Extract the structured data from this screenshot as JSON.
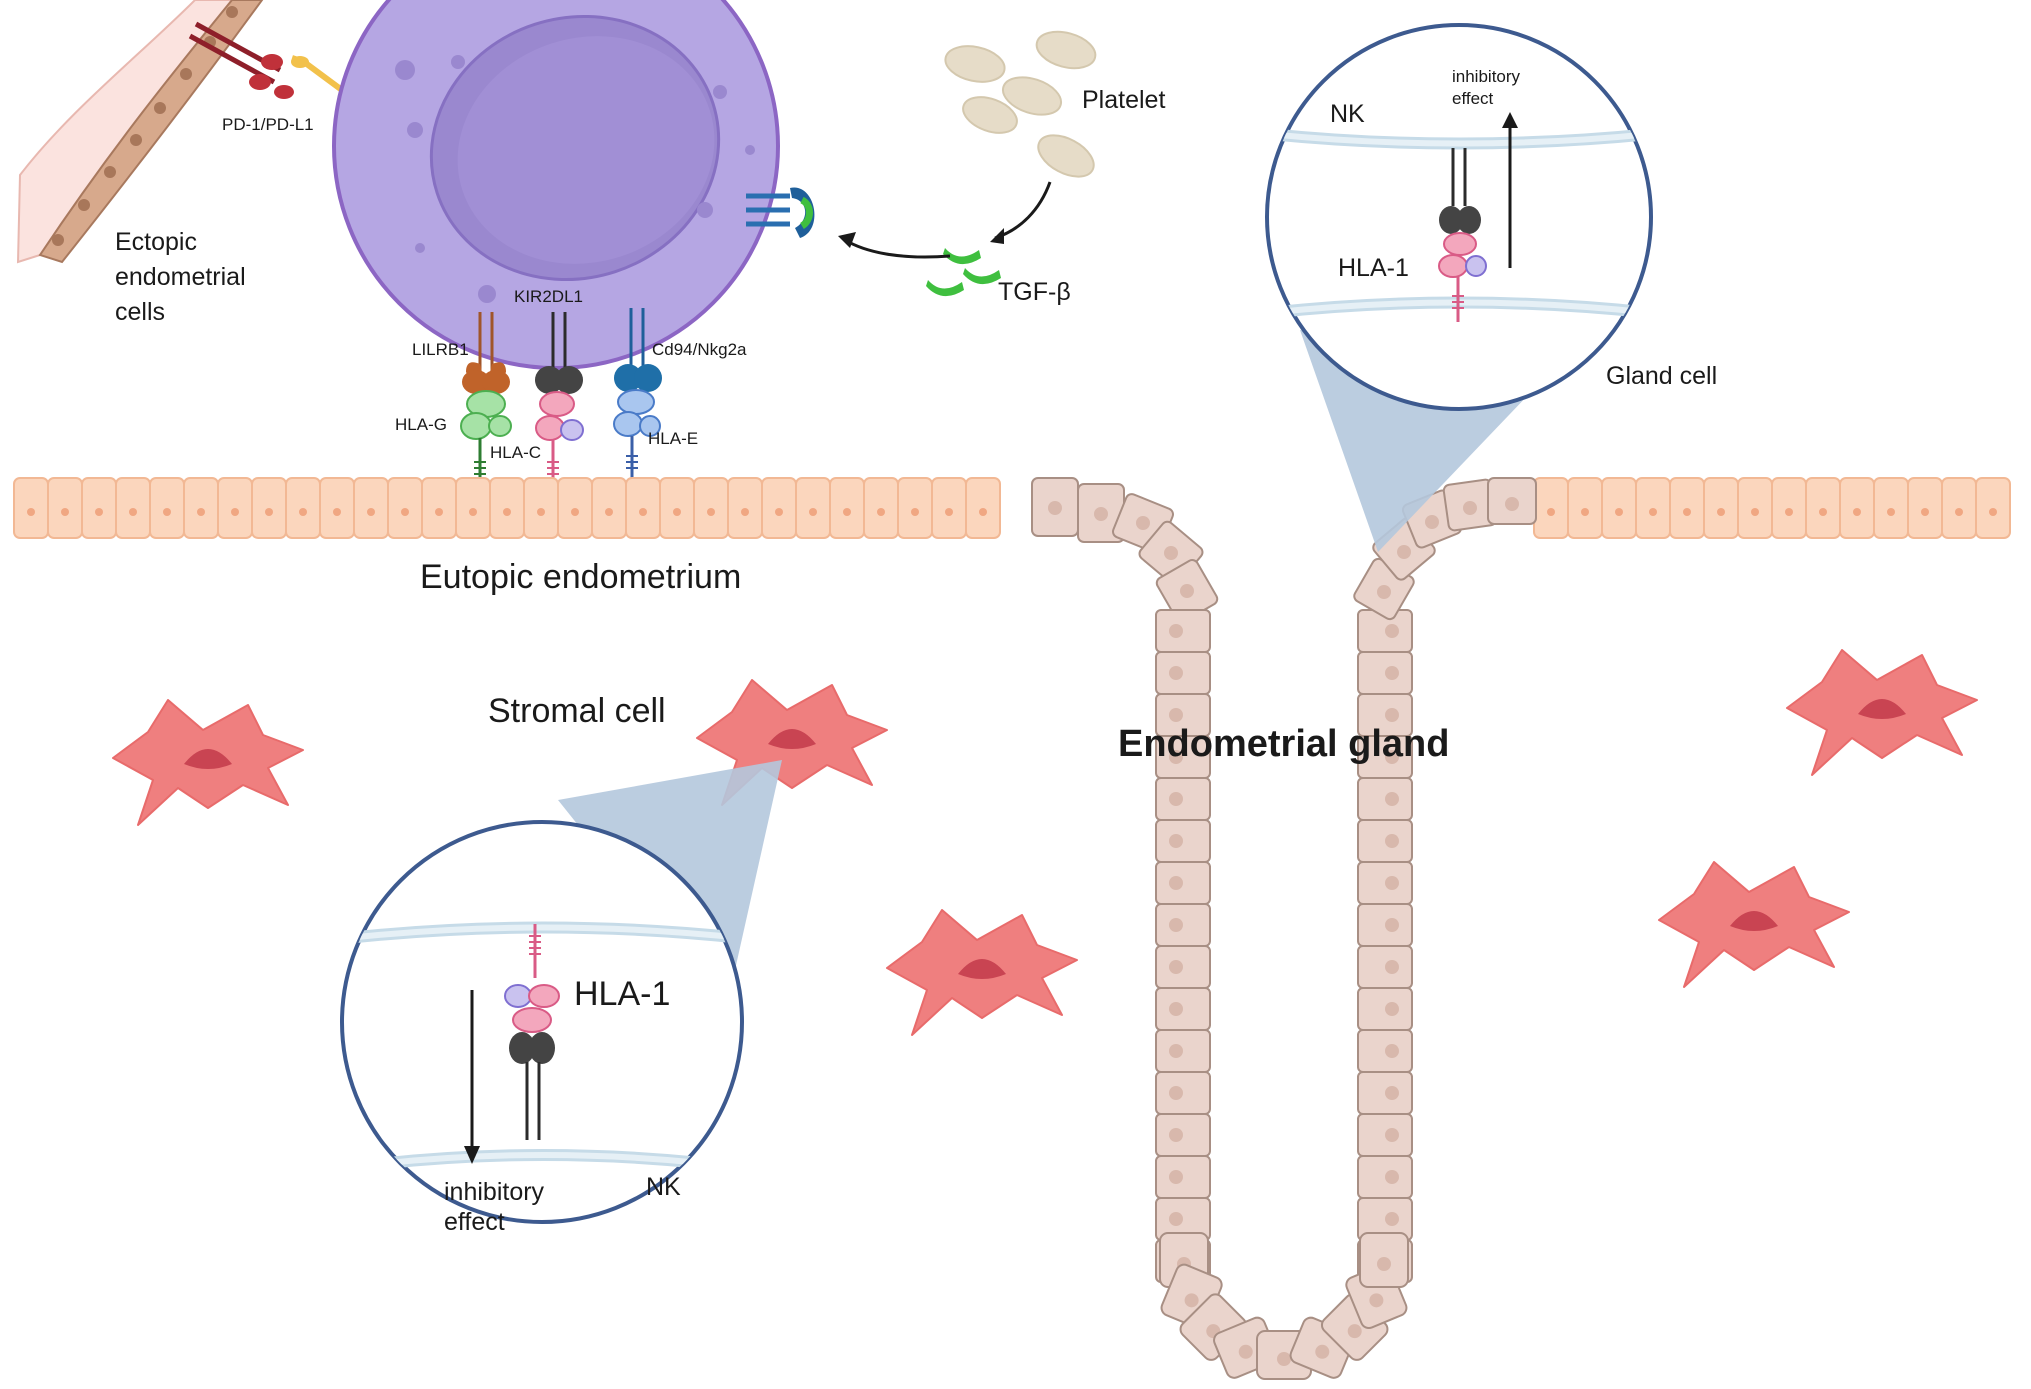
{
  "labels": {
    "pd1_pdl1": "PD-1/PD-L1",
    "ectopic": [
      "Ectopic",
      "endometrial",
      "cells"
    ],
    "platelet": "Platelet",
    "tgf_beta": "TGF-β",
    "kir2dl1": "KIR2DL1",
    "lilrb1": "LILRB1",
    "cd94_nkg2a": "Cd94/Nkg2a",
    "hla_g": "HLA-G",
    "hla_c": "HLA-C",
    "hla_e": "HLA-E",
    "eutopic": "Eutopic endometrium",
    "stromal_cell": "Stromal cell",
    "endometrial_gland": "Endometrial gland",
    "gland_cell": "Gland cell",
    "zoom_gland": {
      "nk": "NK",
      "inhibitory": [
        "inhibitory",
        "effect"
      ],
      "hla1": "HLA-1"
    },
    "zoom_stromal": {
      "nk": "NK",
      "inhibitory": [
        "inhibitory",
        "effect"
      ],
      "hla1": "HLA-1"
    }
  },
  "colors": {
    "nk_cell_body": "#b5a6e3",
    "nk_cell_nucleus": "#9a88cf",
    "epithelium": "#fbd6bd",
    "gland_cell": "#ead4cc",
    "stromal_cell": "#ef7f7f",
    "platelet": "#e6dcc8",
    "tgf_beta": "#3fbf3f",
    "zoom_circle_border": "#3d5a8f",
    "zoom_cone": "#b4c8dd"
  }
}
